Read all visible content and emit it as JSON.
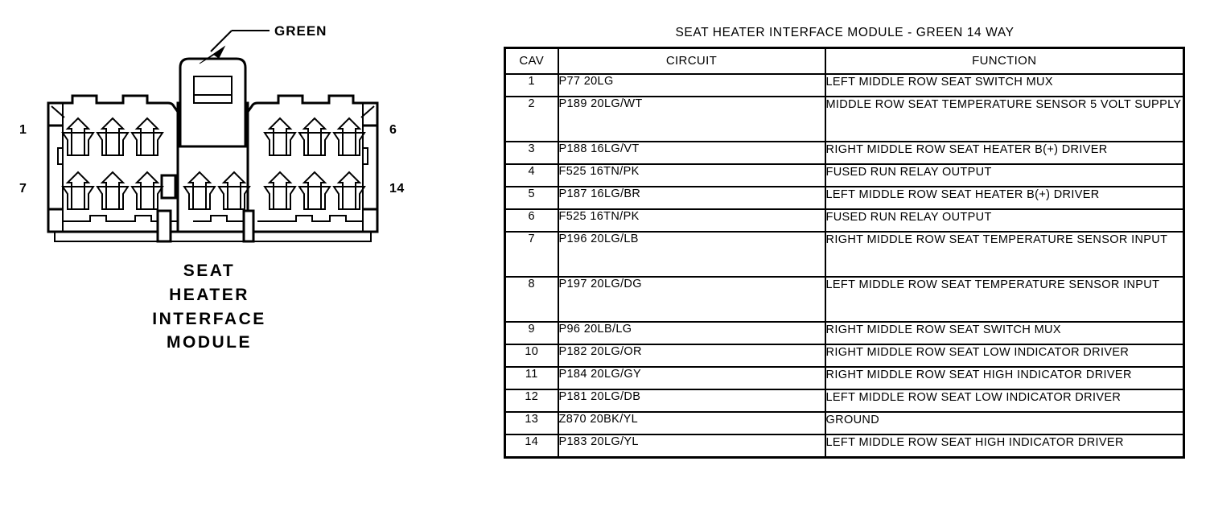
{
  "diagram": {
    "callout_label": "GREEN",
    "pin_labels": {
      "top_left": "1",
      "bottom_left": "7",
      "top_right": "6",
      "bottom_right": "14"
    },
    "caption_lines": [
      "SEAT",
      "HEATER",
      "INTERFACE",
      "MODULE"
    ],
    "cavity_count": 14,
    "connector_color": "GREEN",
    "line_color": "#000000",
    "background_color": "#FFFFFF"
  },
  "table": {
    "title": "SEAT HEATER INTERFACE MODULE - GREEN 14 WAY",
    "columns": [
      "CAV",
      "CIRCUIT",
      "FUNCTION"
    ],
    "rows": [
      {
        "cav": "1",
        "circuit": "P77 20LG",
        "function": "LEFT MIDDLE ROW SEAT SWITCH MUX",
        "tall": false
      },
      {
        "cav": "2",
        "circuit": "P189 20LG/WT",
        "function": "MIDDLE ROW SEAT TEMPERATURE SENSOR 5 VOLT SUPPLY",
        "tall": true
      },
      {
        "cav": "3",
        "circuit": "P188 16LG/VT",
        "function": "RIGHT MIDDLE ROW SEAT HEATER B(+) DRIVER",
        "tall": false
      },
      {
        "cav": "4",
        "circuit": "F525 16TN/PK",
        "function": "FUSED RUN RELAY OUTPUT",
        "tall": false
      },
      {
        "cav": "5",
        "circuit": "P187 16LG/BR",
        "function": "LEFT MIDDLE ROW SEAT HEATER B(+) DRIVER",
        "tall": false
      },
      {
        "cav": "6",
        "circuit": "F525 16TN/PK",
        "function": "FUSED RUN RELAY OUTPUT",
        "tall": false
      },
      {
        "cav": "7",
        "circuit": "P196 20LG/LB",
        "function": "RIGHT MIDDLE ROW SEAT TEMPERATURE SENSOR INPUT",
        "tall": true
      },
      {
        "cav": "8",
        "circuit": "P197 20LG/DG",
        "function": "LEFT MIDDLE ROW SEAT TEMPERATURE SENSOR INPUT",
        "tall": true
      },
      {
        "cav": "9",
        "circuit": "P96 20LB/LG",
        "function": "RIGHT MIDDLE ROW SEAT SWITCH MUX",
        "tall": false
      },
      {
        "cav": "10",
        "circuit": "P182 20LG/OR",
        "function": "RIGHT MIDDLE ROW SEAT LOW INDICATOR DRIVER",
        "tall": false
      },
      {
        "cav": "11",
        "circuit": "P184 20LG/GY",
        "function": "RIGHT MIDDLE ROW SEAT HIGH INDICATOR DRIVER",
        "tall": false
      },
      {
        "cav": "12",
        "circuit": "P181 20LG/DB",
        "function": "LEFT MIDDLE ROW SEAT LOW INDICATOR DRIVER",
        "tall": false
      },
      {
        "cav": "13",
        "circuit": "Z870 20BK/YL",
        "function": "GROUND",
        "tall": false
      },
      {
        "cav": "14",
        "circuit": "P183 20LG/YL",
        "function": "LEFT MIDDLE ROW SEAT HIGH INDICATOR DRIVER",
        "tall": false
      }
    ]
  }
}
